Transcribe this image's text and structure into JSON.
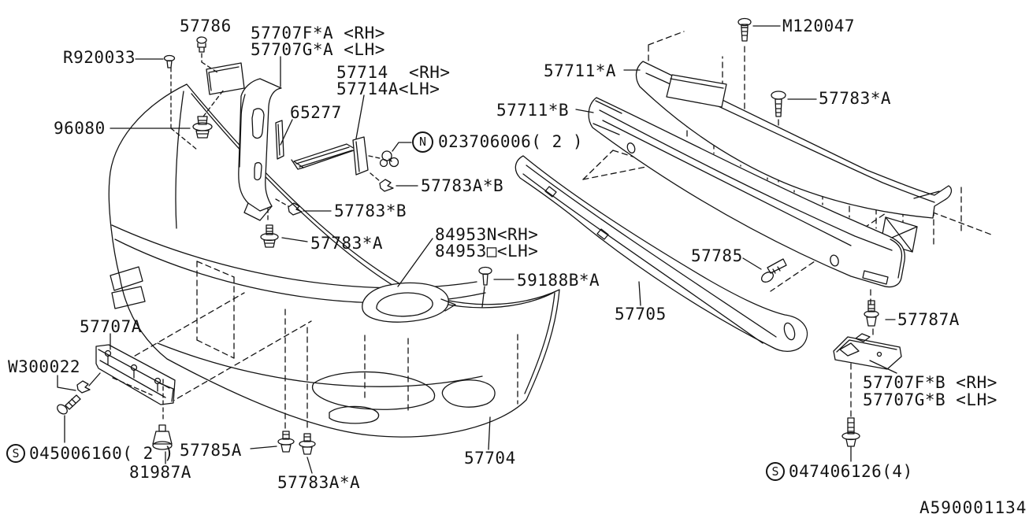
{
  "diagram": {
    "type": "exploded-parts-diagram",
    "subject": "front bumper assembly",
    "drawing_code": "A590001134",
    "line_color": "#141414",
    "background_color": "#ffffff",
    "labels": {
      "l57786": "57786",
      "l57707fa": "57707F*A <RH>",
      "l57707ga": "57707G*A <LH>",
      "lr920033": "R920033",
      "l57714": "57714  <RH>",
      "l57714a": "57714A<LH>",
      "l65277": "65277",
      "l96080": "96080",
      "ln_prefix": "N",
      "l023706006": "023706006( 2 )",
      "l57783ab": "57783A*B",
      "l57783b": "57783*B",
      "l57783a_left": "57783*A",
      "l84953n": "84953N<RH>",
      "l84953o": "84953□<LH>",
      "l59188ba": "59188B*A",
      "l57707a": "57707A",
      "lw300022": "W300022",
      "ls_prefix1": "S",
      "l045006160": "045006160( 2 )",
      "l81987a": "81987A",
      "l57785a": "57785A",
      "l57783aa": "57783A*A",
      "l57704": "57704",
      "lm120047": "M120047",
      "l57711a": "57711*A",
      "l57711b": "57711*B",
      "l57783a_right": "57783*A",
      "l57785": "57785",
      "l57705": "57705",
      "l57787a": "57787A",
      "l57707fb": "57707F*B <RH>",
      "l57707gb": "57707G*B <LH>",
      "ls_prefix2": "S",
      "l047406126": "047406126(4)"
    }
  }
}
